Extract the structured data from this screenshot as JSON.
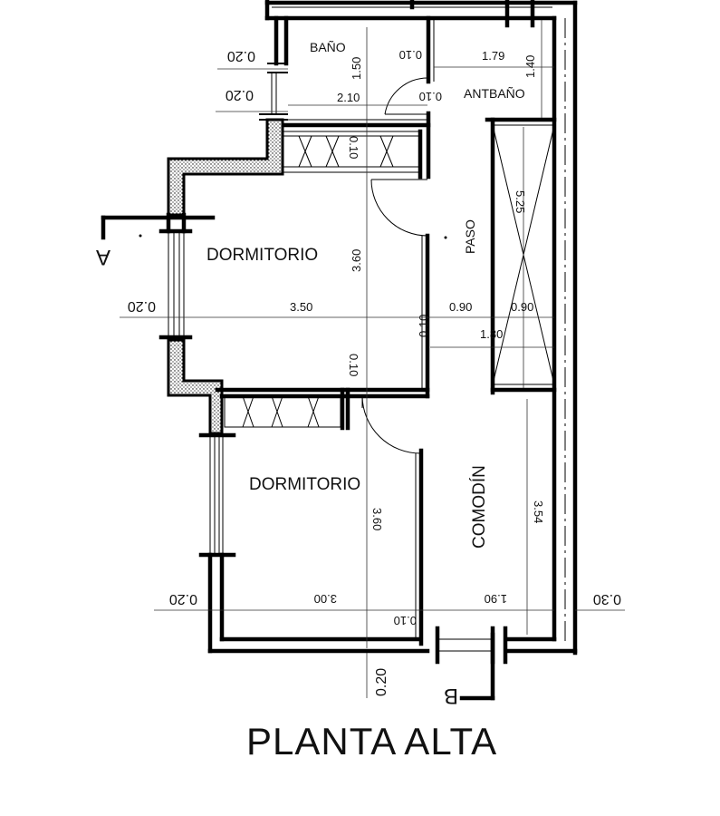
{
  "title": "PLANTA ALTA",
  "rooms": {
    "bano": "BAÑO",
    "antbano": "ANTBAÑO",
    "paso": "PASO",
    "dormitorio_1": "DORMITORIO",
    "dormitorio_2": "DORMITORIO",
    "comodin": "COMODÍN"
  },
  "section_marks": {
    "a": "A",
    "b": "B"
  },
  "dimensions": {
    "bano_ext_top": "0.20",
    "bano_ext_bottom": "0.20",
    "bano_height": "1.50",
    "bano_wall": "0.10",
    "bano_width": "2.10",
    "antbano_width": "1.79",
    "antbano_height": "1.40",
    "antbano_wall": "0.10",
    "closet_wall_1": "0.10",
    "paso_length": "5.25",
    "dorm1_ext": "0.20",
    "dorm1_width": "3.50",
    "dorm1_height": "3.60",
    "paso_wall": "0.10",
    "paso_width_1": "0.90",
    "paso_width_2": "0.90",
    "paso_width_total": "1.80",
    "closet_wall_2": "0.10",
    "dorm2_height": "3.60",
    "dorm2_ext": "0.20",
    "dorm2_width": "3.00",
    "dorm2_wall": "0.10",
    "comodin_width": "1.90",
    "comodin_height": "3.54",
    "east_wall": "0.30",
    "south_wall": "0.20"
  }
}
